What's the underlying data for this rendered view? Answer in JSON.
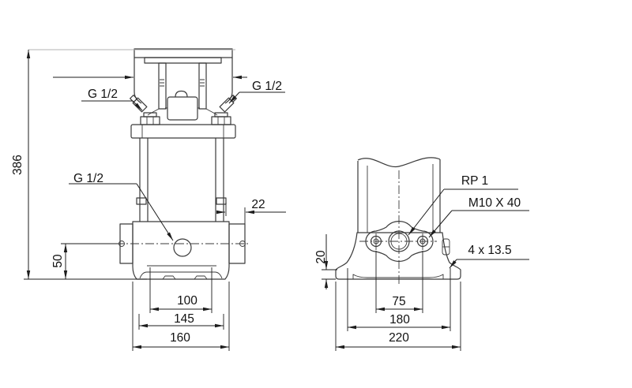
{
  "drawing": {
    "front_view": {
      "ports": {
        "vent_left": "G 1/2",
        "vent_right": "G 1/2",
        "drain": "G 1/2"
      },
      "dims": {
        "overall_height": "386",
        "plug_offset": "22",
        "port_height": "50",
        "foot_spacing": "100",
        "bolt_spacing": "145",
        "base_width": "160"
      }
    },
    "side_view": {
      "callouts": {
        "port_thread": "RP 1",
        "flange_bolt": "M10 X 40",
        "foot_holes": "4  x  13.5"
      },
      "dims": {
        "foot_height": "20",
        "port_bolt_spacing": "75",
        "foot_hole_spacing": "180",
        "base_width": "220"
      }
    },
    "colors": {
      "line": "#3a3a3a",
      "dim": "#1d1d1d",
      "ext_light": "#b3b3b3",
      "background": "#ffffff"
    }
  }
}
